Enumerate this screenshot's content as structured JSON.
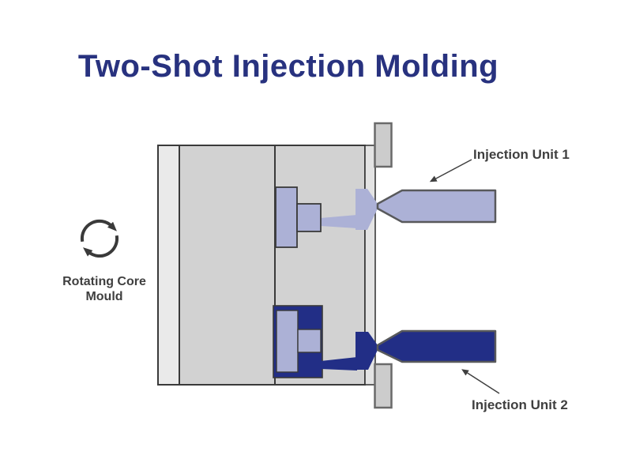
{
  "title": "Two-Shot Injection Molding",
  "labels": {
    "rotating_core_line1": "Rotating Core",
    "rotating_core_line2": "Mould",
    "injection_unit_1": "Injection Unit 1",
    "injection_unit_2": "Injection Unit 2"
  },
  "colors": {
    "title_text": "#28327f",
    "material_first_shot_lavender": "#acb1d6",
    "material_second_shot_navy": "#222e86",
    "mold_block_gray": "#d2d2d2",
    "platen_light_gray": "#eaeaea",
    "stripper_plate_gray": "#e3e3e3",
    "guide_block_gray": "#cccccc",
    "outline_dark": "#3a3a3a",
    "barrel_outline": "#58595b",
    "label_text": "#3f3f3f"
  },
  "icons": {
    "rotation": "circular-arrows-clockwise-icon",
    "unit1_pointer": "arrow-down-left-icon",
    "unit2_pointer": "arrow-up-left-icon"
  }
}
